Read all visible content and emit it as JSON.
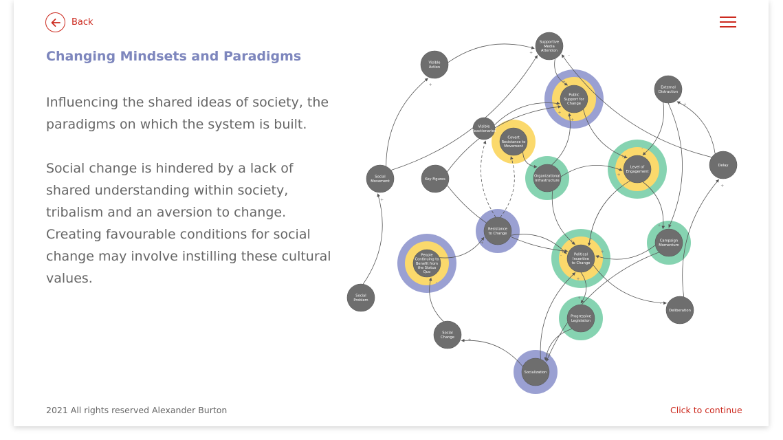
{
  "header": {
    "back_label": "Back"
  },
  "content": {
    "title": "Changing Mindsets and Paradigms",
    "paragraph1": "Influencing the shared ideas of society, the paradigms on which the system is built.",
    "paragraph2": "Social change is hindered by a lack of shared understanding within society, tribalism and an aversion to change. Creating favourable conditions for social change may involve instilling these cultural values."
  },
  "footer": {
    "copyright": "2021 All rights reserved Alexander Burton",
    "continue_label": "Click to continue"
  },
  "diagram": {
    "colors": {
      "node": "#6e6e6e",
      "purple": "#9aa0d2",
      "yellow": "#fbd96c",
      "green": "#86d3b1",
      "edge": "#555555",
      "accent": "#cc2a1f"
    },
    "nodes": [
      {
        "id": "supportive_media",
        "lines": [
          "Supportive",
          "Media",
          "Attention"
        ],
        "rings": []
      },
      {
        "id": "visible_action",
        "lines": [
          "Visible",
          "Action"
        ],
        "rings": []
      },
      {
        "id": "public_support",
        "lines": [
          "Public",
          "Support for",
          "Change"
        ],
        "rings": [
          "purple",
          "yellow"
        ]
      },
      {
        "id": "external_distraction",
        "lines": [
          "External",
          "Distraction"
        ],
        "rings": []
      },
      {
        "id": "visible_reactionaries",
        "lines": [
          "Visible",
          "Reactionaries"
        ],
        "rings": []
      },
      {
        "id": "covert_resistance",
        "lines": [
          "Covert",
          "Resistance to",
          "Movement"
        ],
        "rings": [
          "yellow"
        ]
      },
      {
        "id": "social_movement",
        "lines": [
          "Social",
          "Movement"
        ],
        "rings": []
      },
      {
        "id": "key_figures",
        "lines": [
          "Key Figures"
        ],
        "rings": []
      },
      {
        "id": "organizational_infrastructure",
        "lines": [
          "Organizational",
          "Infrastructure"
        ],
        "rings": [
          "green"
        ]
      },
      {
        "id": "level_of_engagement",
        "lines": [
          "Level of",
          "Engagement"
        ],
        "rings": [
          "green",
          "yellow"
        ]
      },
      {
        "id": "delay",
        "lines": [
          "Delay"
        ],
        "rings": []
      },
      {
        "id": "resistance_to_change",
        "lines": [
          "Resistance",
          "to Change"
        ],
        "rings": [
          "purple"
        ]
      },
      {
        "id": "people_benefit",
        "lines": [
          "People",
          "Continuing to",
          "Benefit from",
          "the Status",
          "Quo"
        ],
        "rings": [
          "purple",
          "yellow"
        ]
      },
      {
        "id": "political_incentive",
        "lines": [
          "Political",
          "Incentive",
          "to Change"
        ],
        "rings": [
          "green",
          "yellow"
        ]
      },
      {
        "id": "campaign_momentum",
        "lines": [
          "Campaign",
          "Momentum"
        ],
        "rings": [
          "green"
        ]
      },
      {
        "id": "social_problem",
        "lines": [
          "Social",
          "Problem"
        ],
        "rings": []
      },
      {
        "id": "deliberation",
        "lines": [
          "Deliberation"
        ],
        "rings": []
      },
      {
        "id": "progressive_legislation",
        "lines": [
          "Progressive",
          "Legislation"
        ],
        "rings": [
          "green"
        ]
      },
      {
        "id": "social_change",
        "lines": [
          "Social",
          "Change"
        ],
        "rings": []
      },
      {
        "id": "socialization",
        "lines": [
          "Socialization"
        ],
        "rings": [
          "purple"
        ]
      }
    ],
    "edges": [
      {
        "from": "social_problem",
        "to": "social_movement",
        "sign": "+"
      },
      {
        "from": "social_movement",
        "to": "visible_action",
        "sign": "+"
      },
      {
        "from": "social_movement",
        "to": "supportive_media",
        "sign": ""
      },
      {
        "from": "visible_action",
        "to": "supportive_media",
        "sign": "+"
      },
      {
        "from": "supportive_media",
        "to": "public_support",
        "sign": "+"
      },
      {
        "from": "delay",
        "to": "supportive_media",
        "sign": "-"
      },
      {
        "from": "public_support",
        "to": "level_of_engagement",
        "sign": "+"
      },
      {
        "from": "external_distraction",
        "to": "level_of_engagement",
        "sign": "-"
      },
      {
        "from": "delay",
        "to": "external_distraction",
        "sign": "+"
      },
      {
        "from": "external_distraction",
        "to": "campaign_momentum",
        "sign": ""
      },
      {
        "from": "organizational_infrastructure",
        "to": "public_support",
        "sign": "+"
      },
      {
        "from": "organizational_infrastructure",
        "to": "level_of_engagement",
        "sign": "+"
      },
      {
        "from": "organizational_infrastructure",
        "to": "political_incentive",
        "sign": "+"
      },
      {
        "from": "level_of_engagement",
        "to": "campaign_momentum",
        "sign": "+"
      },
      {
        "from": "level_of_engagement",
        "to": "political_incentive",
        "sign": "+"
      },
      {
        "from": "key_figures",
        "to": "public_support",
        "sign": "+"
      },
      {
        "from": "key_figures",
        "to": "political_incentive",
        "sign": "+"
      },
      {
        "from": "campaign_momentum",
        "to": "political_incentive",
        "sign": "+"
      },
      {
        "from": "campaign_momentum",
        "to": "socialization",
        "sign": "+"
      },
      {
        "from": "resistance_to_change",
        "to": "visible_reactionaries",
        "sign": "",
        "dashed": true
      },
      {
        "from": "resistance_to_change",
        "to": "covert_resistance",
        "sign": "",
        "dashed": true
      },
      {
        "from": "resistance_to_change",
        "to": "political_incentive",
        "sign": "-"
      },
      {
        "from": "people_benefit",
        "to": "resistance_to_change",
        "sign": "+"
      },
      {
        "from": "visible_reactionaries",
        "to": "public_support",
        "sign": "-"
      },
      {
        "from": "covert_resistance",
        "to": "organizational_infrastructure",
        "sign": "-"
      },
      {
        "from": "political_incentive",
        "to": "progressive_legislation",
        "sign": "+"
      },
      {
        "from": "political_incentive",
        "to": "deliberation",
        "sign": "-"
      },
      {
        "from": "deliberation",
        "to": "delay",
        "sign": "+"
      },
      {
        "from": "progressive_legislation",
        "to": "socialization",
        "sign": "+"
      },
      {
        "from": "socialization",
        "to": "political_incentive",
        "sign": "+"
      },
      {
        "from": "socialization",
        "to": "social_change",
        "sign": "+"
      },
      {
        "from": "social_change",
        "to": "people_benefit",
        "sign": "-"
      }
    ]
  }
}
